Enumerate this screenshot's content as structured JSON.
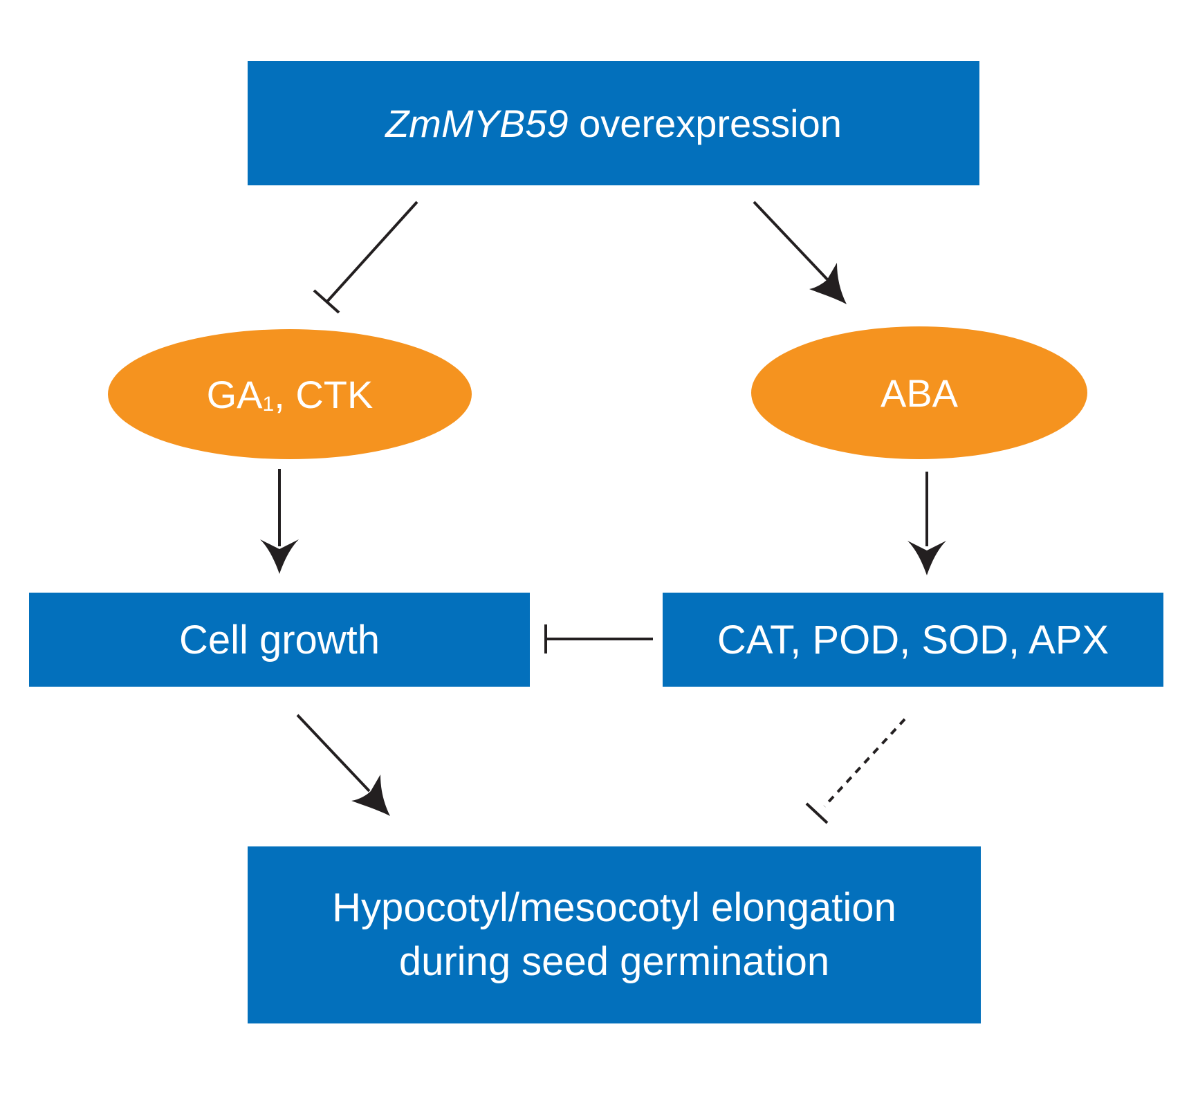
{
  "nodes": {
    "top": {
      "gene": "ZmMYB59",
      "rest": " overexpression"
    },
    "ga": {
      "main": "GA",
      "subscript": "1",
      "rest": ", CTK"
    },
    "aba": {
      "label": "ABA"
    },
    "cell": {
      "label": "Cell growth"
    },
    "enzymes": {
      "label": "CAT, POD, SOD, APX"
    },
    "bottom": {
      "line1": "Hypocotyl/mesocotyl elongation",
      "line2": "during seed germination"
    }
  },
  "colors": {
    "box": "#0370bc",
    "ellipse": "#f5931f",
    "text": "#ffffff",
    "edge": "#231f20"
  },
  "edges": [
    {
      "from": "top",
      "to": "ga",
      "type": "inhibit",
      "style": "solid"
    },
    {
      "from": "top",
      "to": "aba",
      "type": "activate",
      "style": "solid"
    },
    {
      "from": "ga",
      "to": "cell",
      "type": "activate",
      "style": "solid"
    },
    {
      "from": "aba",
      "to": "enzymes",
      "type": "activate",
      "style": "solid"
    },
    {
      "from": "enzymes",
      "to": "cell",
      "type": "inhibit",
      "style": "solid"
    },
    {
      "from": "cell",
      "to": "bottom",
      "type": "activate",
      "style": "solid"
    },
    {
      "from": "enzymes",
      "to": "bottom",
      "type": "inhibit",
      "style": "dashed"
    }
  ]
}
